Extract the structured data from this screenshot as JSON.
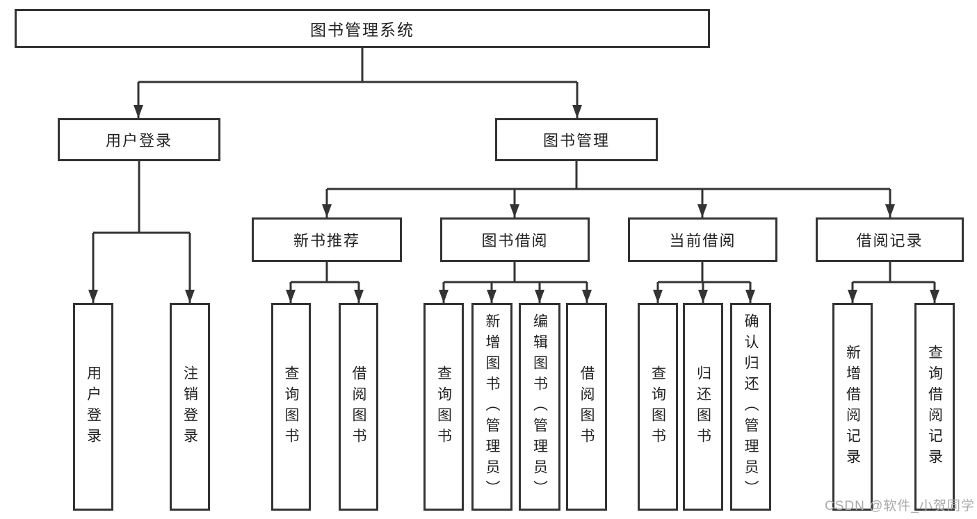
{
  "tree": {
    "label": "图书管理系统",
    "children": [
      {
        "label": "用户登录",
        "children": [
          {
            "label": "用户登录"
          },
          {
            "label": "注销登录"
          }
        ]
      },
      {
        "label": "图书管理",
        "children": [
          {
            "label": "新书推荐",
            "children": [
              {
                "label": "查询图书"
              },
              {
                "label": "借阅图书"
              }
            ]
          },
          {
            "label": "图书借阅",
            "children": [
              {
                "label": "查询图书"
              },
              {
                "label": "新增图书（管理员）"
              },
              {
                "label": "编辑图书（管理员）"
              },
              {
                "label": "借阅图书"
              }
            ]
          },
          {
            "label": "当前借阅",
            "children": [
              {
                "label": "查询图书"
              },
              {
                "label": "归还图书"
              },
              {
                "label": "确认归还（管理员）"
              }
            ]
          },
          {
            "label": "借阅记录",
            "children": [
              {
                "label": "新增借阅记录"
              },
              {
                "label": "查询借阅记录"
              }
            ]
          }
        ]
      }
    ]
  },
  "watermark": "CSDN @软件_小贺同学",
  "colors": {
    "line": "#333333",
    "box_border": "#333333",
    "text": "#222222",
    "watermark": "#a9a9a9",
    "background": "#ffffff"
  }
}
